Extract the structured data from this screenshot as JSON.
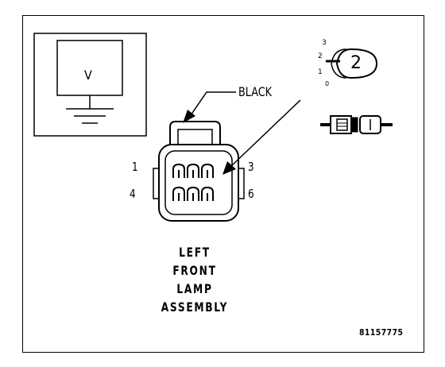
{
  "callout": {
    "wire_color": "BLACK"
  },
  "meter_icon": {
    "symbol": "V"
  },
  "pins": {
    "top_left": "1",
    "top_right": "3",
    "bottom_left": "4",
    "bottom_right": "6"
  },
  "view_icon": {
    "ticks": [
      "3",
      "2",
      "1",
      "0"
    ],
    "view_number": "2"
  },
  "title_lines": [
    "LEFT",
    "FRONT",
    "LAMP",
    "ASSEMBLY"
  ],
  "figure_id": "81157775"
}
